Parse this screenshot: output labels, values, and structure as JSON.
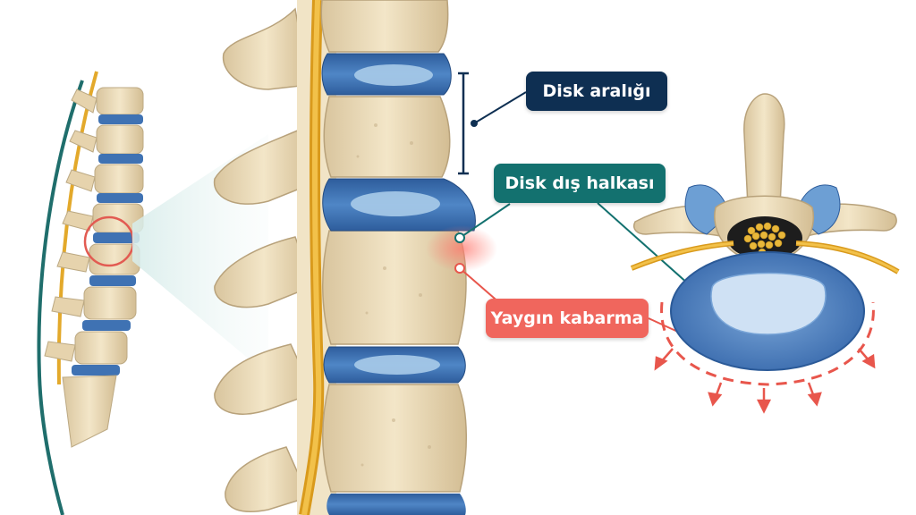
{
  "labels": {
    "disc_space": "Disk aralığı",
    "outer_ring": "Disk dış halkası",
    "diffuse_bulge": "Yaygın kabarma"
  },
  "colors": {
    "bone": "#ead9b6",
    "bone_shade": "#c9b48e",
    "disc": "#3f72b3",
    "disc_light": "#a9cbe9",
    "nerve": "#e2ad2e",
    "label_navy": "#0e2f52",
    "label_teal": "#13716f",
    "label_red": "#f0665d",
    "bulge_red": "#e8564c"
  }
}
